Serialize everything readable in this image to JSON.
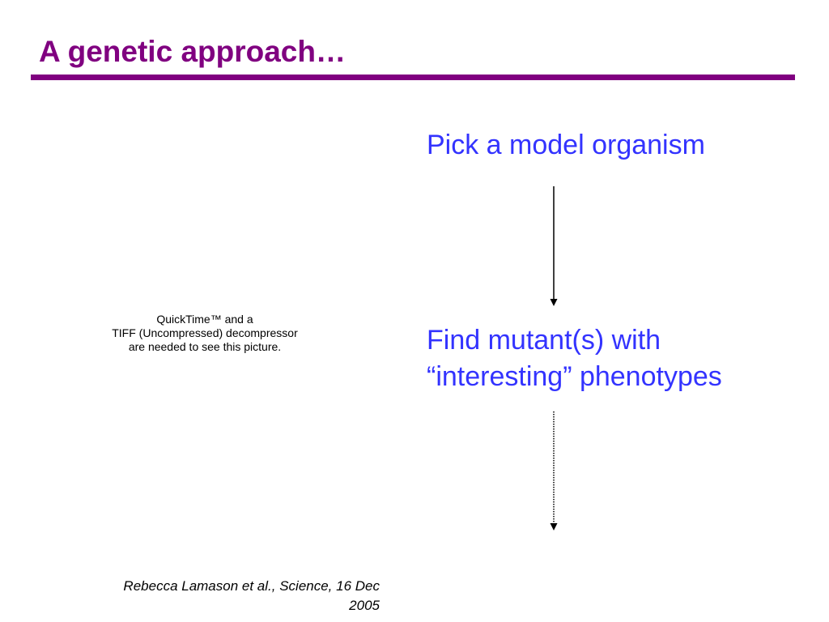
{
  "title": "A genetic approach…",
  "colors": {
    "title": "#800080",
    "rule": "#800080",
    "step_text": "#3333ff",
    "arrow": "#000000"
  },
  "image_placeholder": {
    "lines": [
      "QuickTime™ and a",
      "TIFF (Uncompressed) decompressor",
      "are needed to see this picture."
    ]
  },
  "steps": [
    {
      "lines": [
        "Pick a model organism"
      ]
    },
    {
      "lines": [
        "Find mutant(s) with",
        "“interesting” phenotypes"
      ]
    }
  ],
  "arrows": [
    {
      "style": "solid"
    },
    {
      "style": "dotted"
    }
  ],
  "citation": {
    "lines": [
      "Rebecca Lamason et al., Science, 16 Dec",
      "2005"
    ]
  }
}
